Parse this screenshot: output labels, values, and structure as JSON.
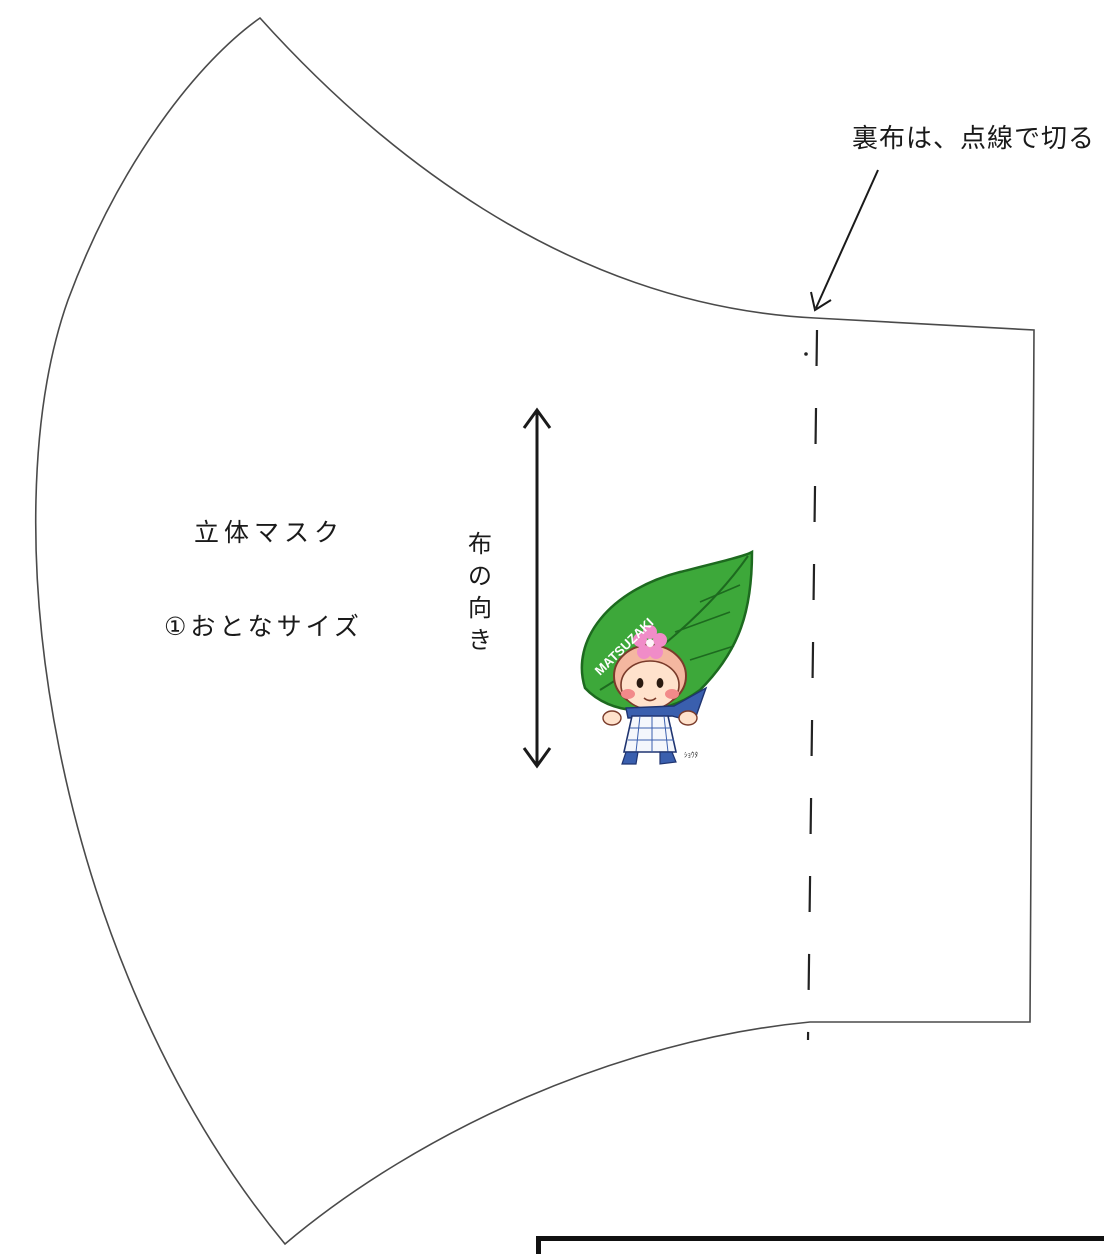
{
  "pattern": {
    "lining_note": "裏布は、点線で切る",
    "title": "立体マスク",
    "size_label": "①おとなサイズ",
    "grain_label": "布の向き"
  },
  "mascot": {
    "name_text": "MATSUZAKI",
    "mark_text": "ｼｮｳﾀ",
    "colors": {
      "leaf": "#3da83a",
      "leaf_dark": "#1d6a1f",
      "flower": "#f08cc8",
      "skin": "#ffe2cc",
      "hair": "#f4b7a0",
      "cheek": "#f28a8a",
      "scarf": "#3a5fae",
      "body": "#f4f7fc"
    }
  },
  "colors": {
    "outline": "#4a4a4a",
    "ink": "#1a1a1a"
  }
}
